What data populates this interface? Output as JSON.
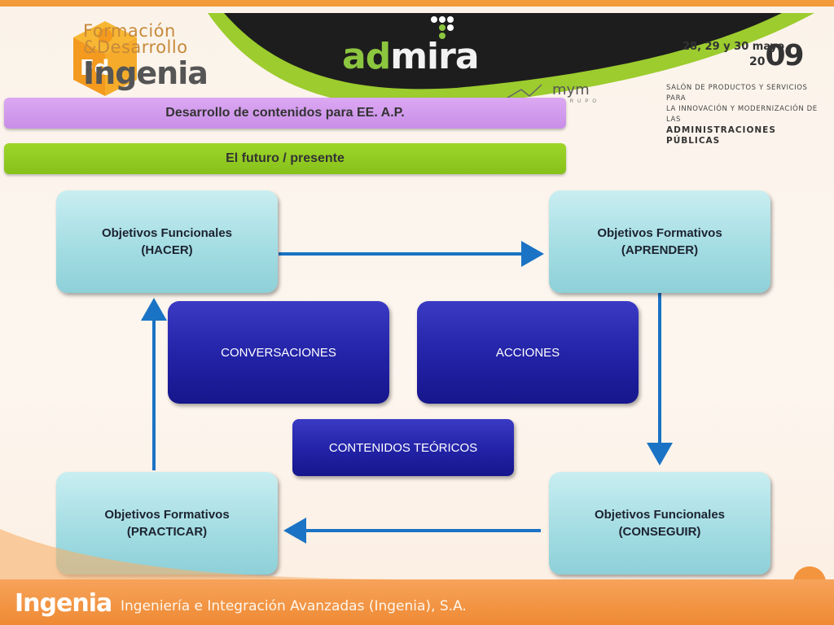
{
  "header": {
    "logo_line1": "Formación",
    "logo_line2": "&Desarrollo",
    "logo_line3": "Ingenia",
    "logo_cube_letters": "Fd",
    "brand_admira_ad": "ad",
    "brand_admira_mira": "mira",
    "brand_mym": "mym",
    "brand_mym_sub": "GRUPO",
    "date": "28, 29 y 30 mayo",
    "year_prefix": "20",
    "year_suffix": "09",
    "salon_line1": "SALÓN DE PRODUCTOS Y SERVICIOS PARA",
    "salon_line2": "LA INNOVACIÓN Y MODERNIZACIÓN DE LAS",
    "salon_line3": "ADMINISTRACIONES PÚBLICAS"
  },
  "bars": {
    "title": "Desarrollo de contenidos para EE. A.P.",
    "subtitle": "El futuro / presente"
  },
  "diagram": {
    "top_left_line1": "Objetivos Funcionales",
    "top_left_line2": "(HACER)",
    "top_right_line1": "Objetivos Formativos",
    "top_right_line2": "(APRENDER)",
    "bottom_right_line1": "Objetivos Funcionales",
    "bottom_right_line2": "(CONSEGUIR)",
    "bottom_left_line1": "Objetivos Formativos",
    "bottom_left_line2": "(PRACTICAR)",
    "center_left": "CONVERSACIONES",
    "center_right": "ACCIONES",
    "center_bottom": "CONTENIDOS TEÓRICOS"
  },
  "footer": {
    "brand": "Ingenia",
    "tagline": "Ingeniería e Integración Avanzadas (Ingenia), S.A."
  },
  "colors": {
    "arrow": "#1a73c4",
    "purple_bar": "#d49df0",
    "green_bar": "#8cc63f",
    "cyan_box": "#a4dde3",
    "navy_box": "#2222a6",
    "footer": "#f39a3a"
  }
}
